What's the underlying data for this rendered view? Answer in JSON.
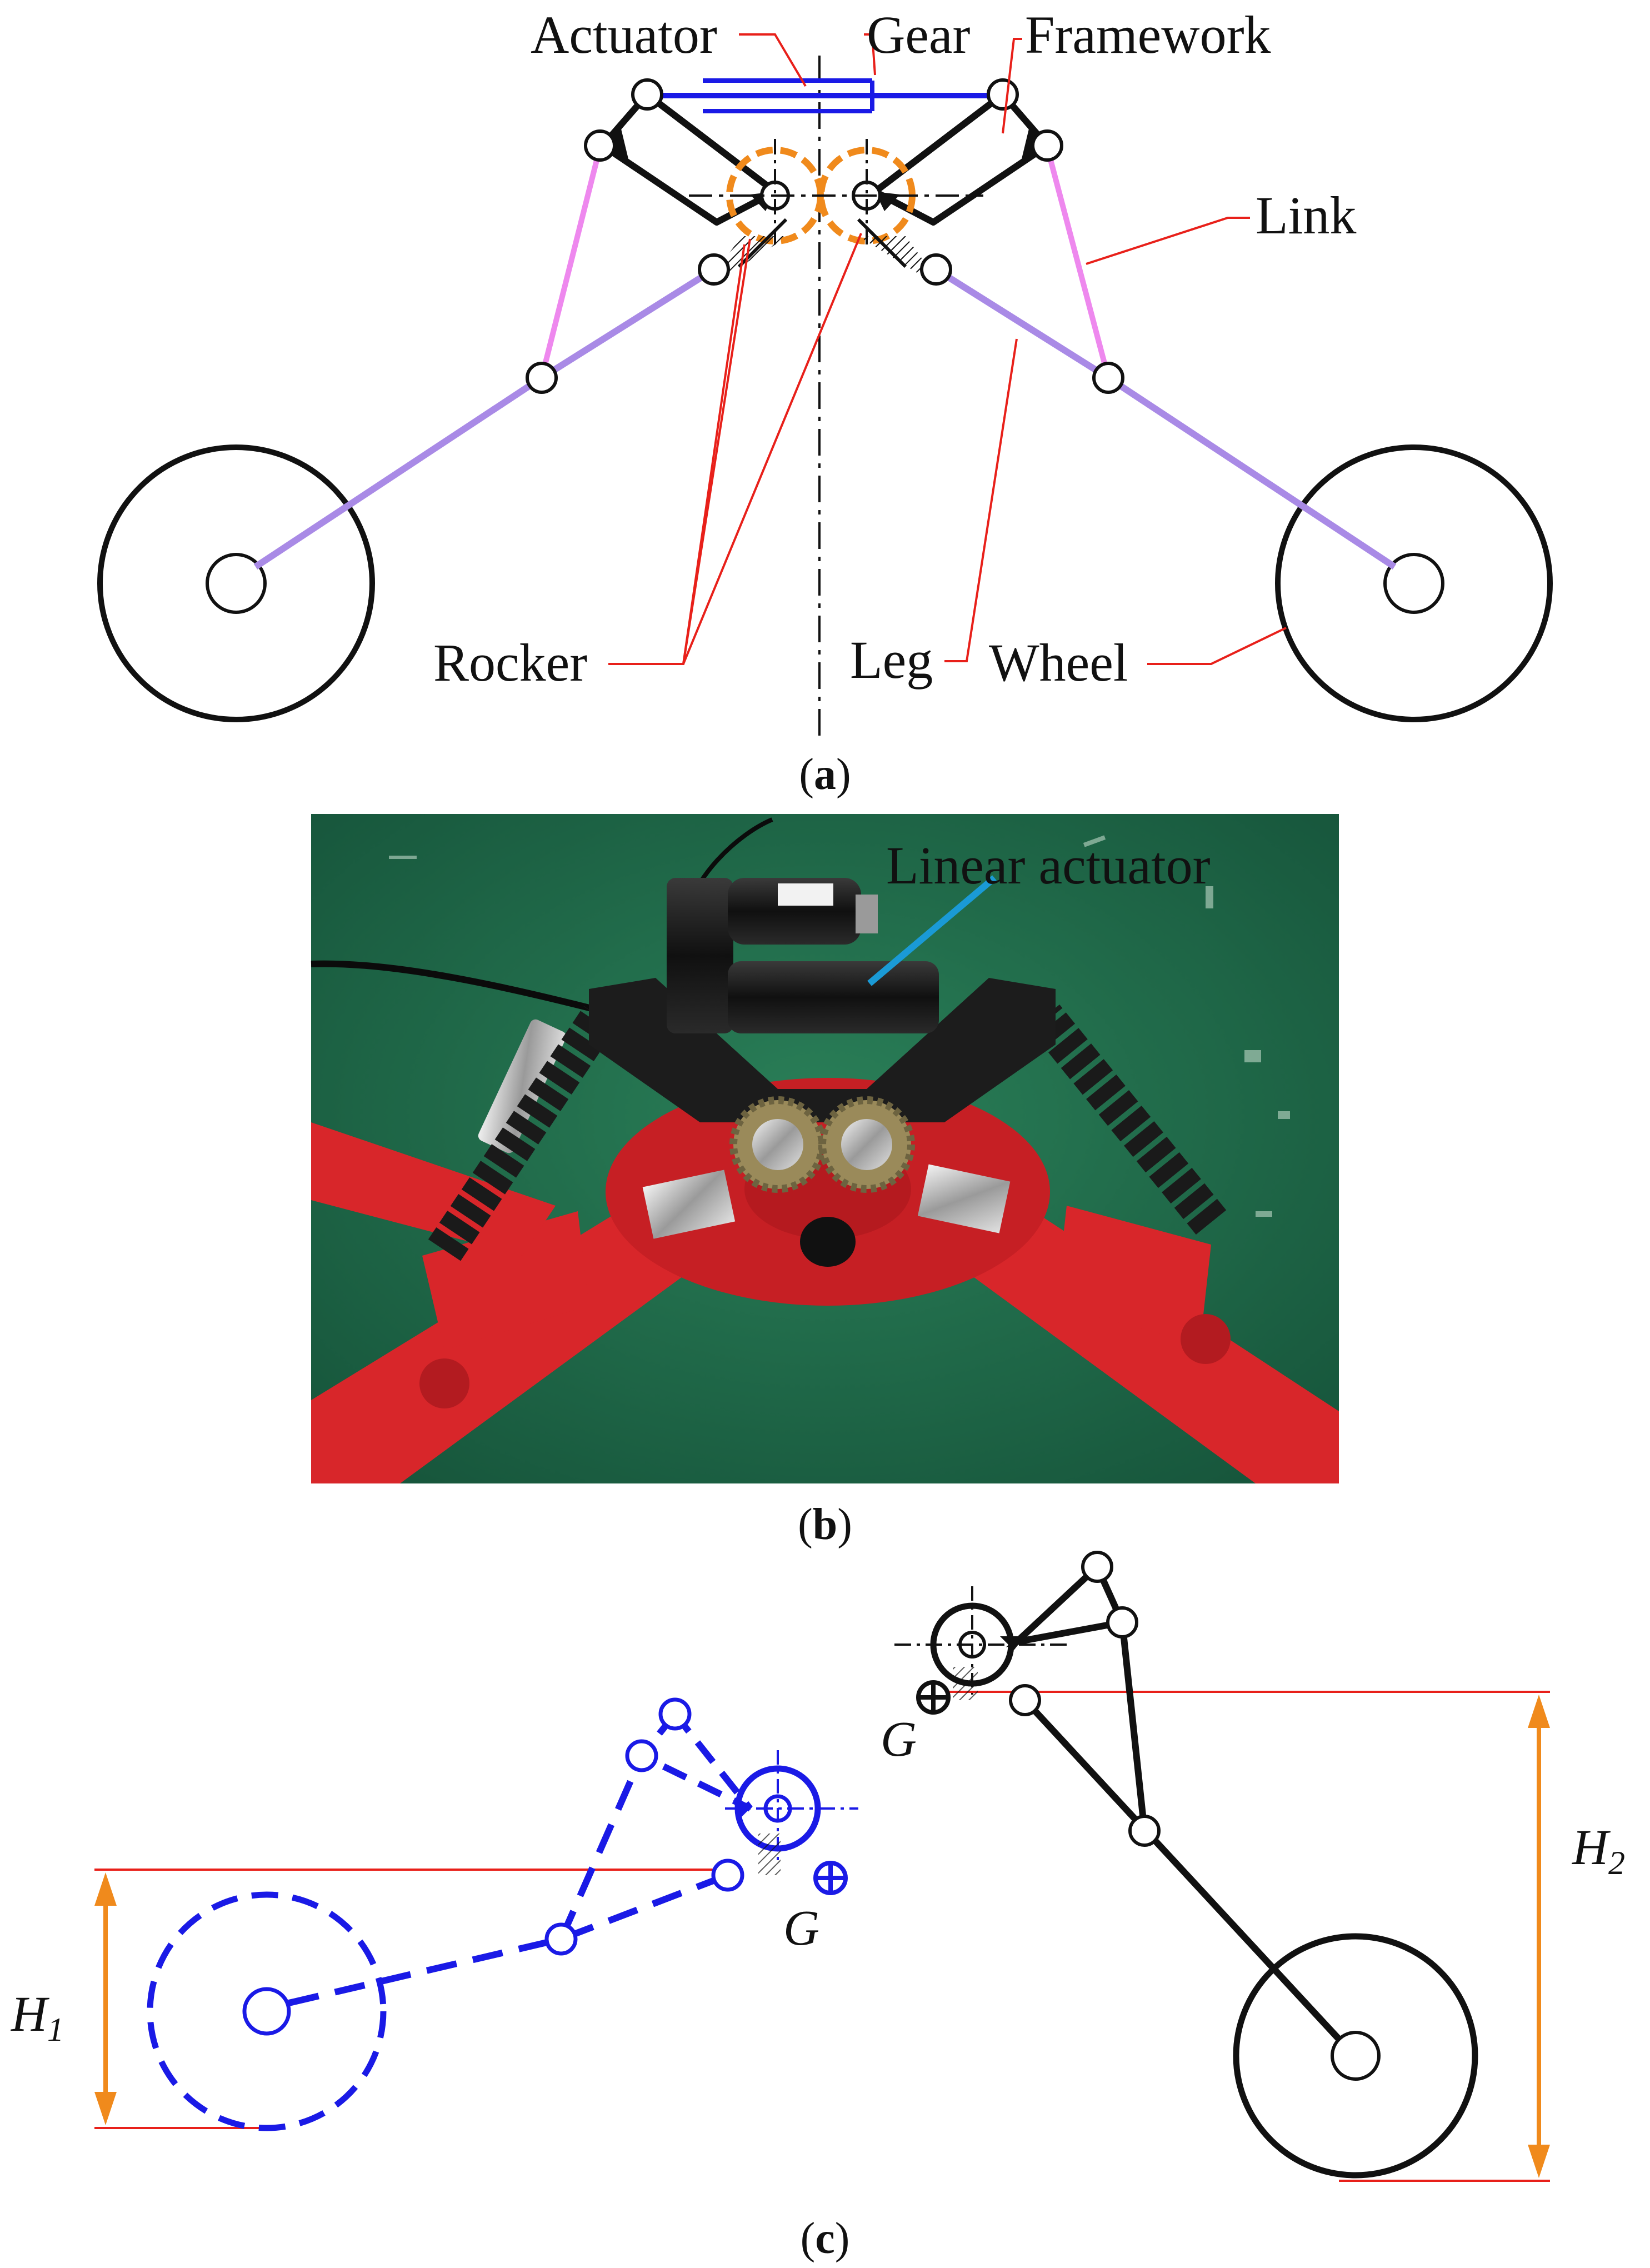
{
  "panel_a": {
    "labels": {
      "actuator": "Actuator",
      "gear": "Gear",
      "framework": "Framework",
      "link": "Link",
      "rocker": "Rocker",
      "leg": "Leg",
      "wheel": "Wheel"
    },
    "caption": "a"
  },
  "panel_b": {
    "labels": {
      "linear_actuator": "Linear actuator"
    },
    "caption": "b"
  },
  "panel_c": {
    "labels": {
      "g_left": "G",
      "g_right": "G",
      "h1": "H",
      "h1_sub": "1",
      "h2": "H",
      "h2_sub": "2"
    },
    "caption": "c"
  },
  "colors": {
    "actuator": "#1a1ae6",
    "gear": "#f08a1c",
    "link": "#ee88ee",
    "leg": "#a98ae6",
    "callout": "#e8201a",
    "height_arrow": "#f08a1c",
    "floor_green": "#1f6e4a",
    "frame_red": "#d8262a",
    "photo_pointer": "#1a9ad6"
  }
}
